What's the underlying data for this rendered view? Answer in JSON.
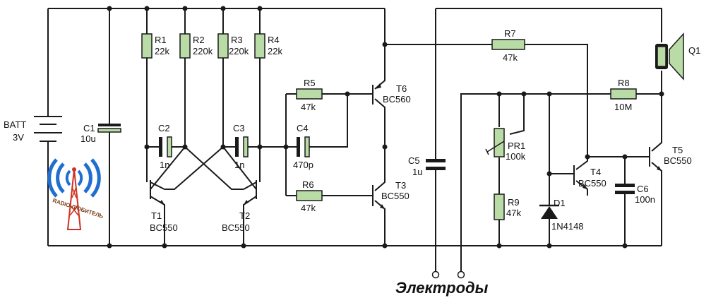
{
  "schematic": {
    "batt": {
      "name": "BATT",
      "value": "3V"
    },
    "c1": {
      "name": "C1",
      "value": "10u"
    },
    "r1": {
      "name": "R1",
      "value": "22k"
    },
    "r2": {
      "name": "R2",
      "value": "220k"
    },
    "r3": {
      "name": "R3",
      "value": "220k"
    },
    "r4": {
      "name": "R4",
      "value": "22k"
    },
    "c2": {
      "name": "C2",
      "value": "1n"
    },
    "c3": {
      "name": "C3",
      "value": "1n"
    },
    "t1": {
      "name": "T1",
      "value": "BC550"
    },
    "t2": {
      "name": "T2",
      "value": "BC550"
    },
    "r5": {
      "name": "R5",
      "value": "47k"
    },
    "c4": {
      "name": "C4",
      "value": "470p"
    },
    "r6": {
      "name": "R6",
      "value": "47k"
    },
    "t6": {
      "name": "T6",
      "value": "BC560"
    },
    "t3": {
      "name": "T3",
      "value": "BC550"
    },
    "c5": {
      "name": "C5",
      "value": "1u"
    },
    "r7": {
      "name": "R7",
      "value": "47k"
    },
    "pr1": {
      "name": "PR1",
      "value": "100k"
    },
    "r9": {
      "name": "R9",
      "value": "47k"
    },
    "d1": {
      "name": "D1",
      "value": "1N4148"
    },
    "t4": {
      "name": "T4",
      "value": "BC550"
    },
    "r8": {
      "name": "R8",
      "value": "10M"
    },
    "c6": {
      "name": "C6",
      "value": "100n"
    },
    "t5": {
      "name": "T5",
      "value": "BC550"
    },
    "q1": {
      "name": "Q1"
    },
    "electrodes_label": "Электроды"
  },
  "logo": {
    "text": "RADIO ЛЮБИТЕЛЬ"
  },
  "colors": {
    "component_fill": "#b9dba6",
    "wire": "#1a1a1a",
    "logo_blue": "#1e6fd0",
    "logo_red": "#d03020"
  }
}
